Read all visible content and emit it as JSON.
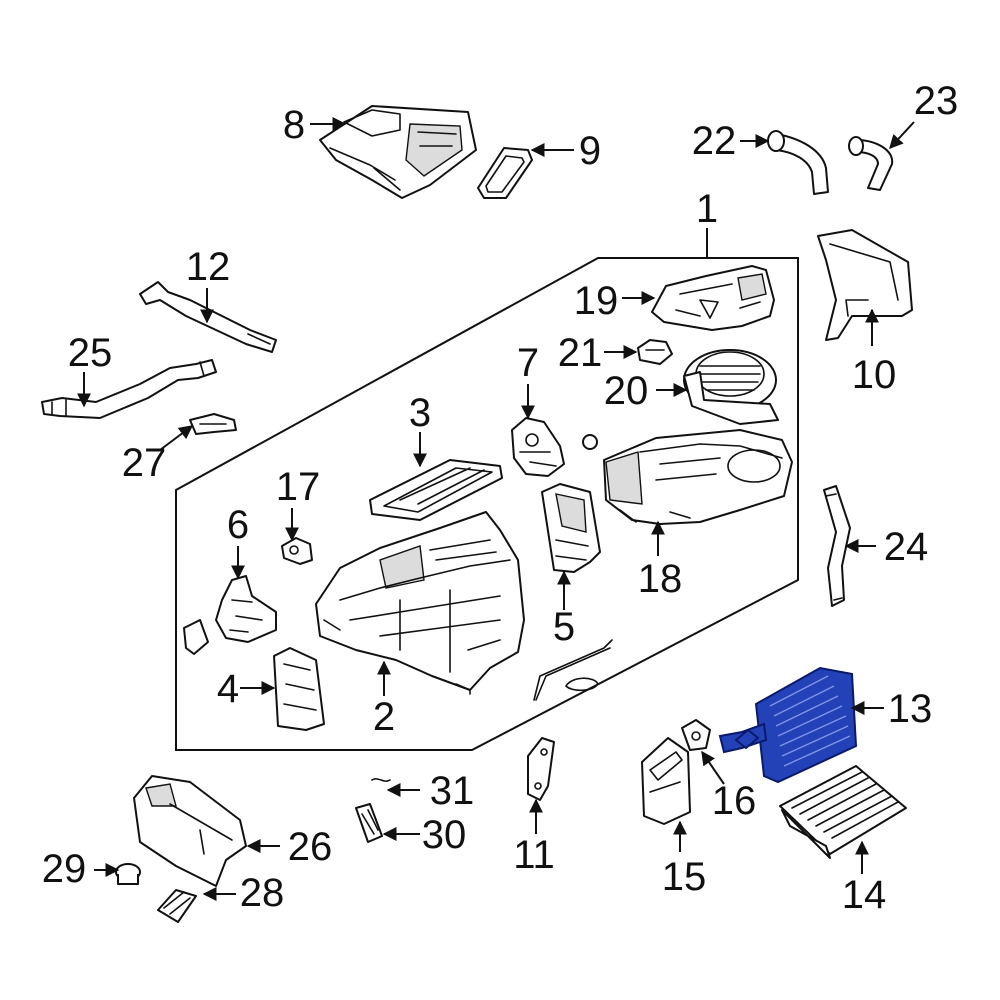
{
  "highlight_color": "#2342b8",
  "callouts": {
    "c1": "1",
    "c2": "2",
    "c3": "3",
    "c4": "4",
    "c5": "5",
    "c6": "6",
    "c7": "7",
    "c8": "8",
    "c9": "9",
    "c10": "10",
    "c11": "11",
    "c12": "12",
    "c13": "13",
    "c14": "14",
    "c15": "15",
    "c16": "16",
    "c17": "17",
    "c18": "18",
    "c19": "19",
    "c20": "20",
    "c21": "21",
    "c22": "22",
    "c23": "23",
    "c24": "24",
    "c25": "25",
    "c26": "26",
    "c27": "27",
    "c28": "28",
    "c29": "29",
    "c30": "30",
    "c31": "31"
  }
}
